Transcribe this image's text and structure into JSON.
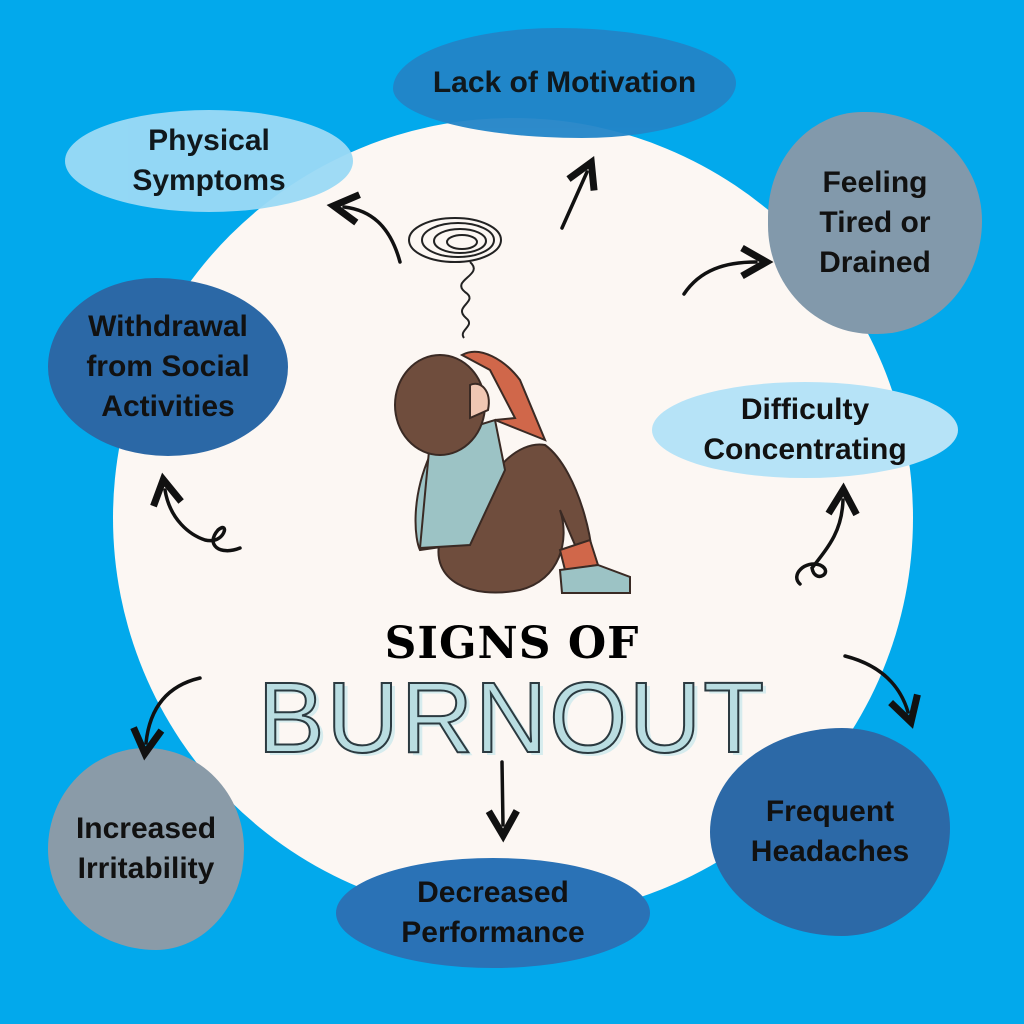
{
  "title": {
    "line1": "SIGNS OF",
    "line2": "BURNOUT"
  },
  "colors": {
    "background": "#02a9ec",
    "circle": "#fcf7f3",
    "dark_blue": "#2a6aa8",
    "mid_blue": "#2284c6",
    "light_blue": "#a9def6",
    "grey": "#8598a8"
  },
  "signs": [
    {
      "label": "Lack of Motivation"
    },
    {
      "label": "Physical\nSymptoms"
    },
    {
      "label": "Feeling\nTired or\nDrained"
    },
    {
      "label": "Withdrawal\nfrom Social\nActivities"
    },
    {
      "label": "Difficulty\nConcentrating"
    },
    {
      "label": "Frequent\nHeadaches"
    },
    {
      "label": "Decreased\nPerformance"
    },
    {
      "label": "Increased\nIrritability"
    }
  ],
  "illustration": "person-sitting-hugging-knees-with-scribble"
}
